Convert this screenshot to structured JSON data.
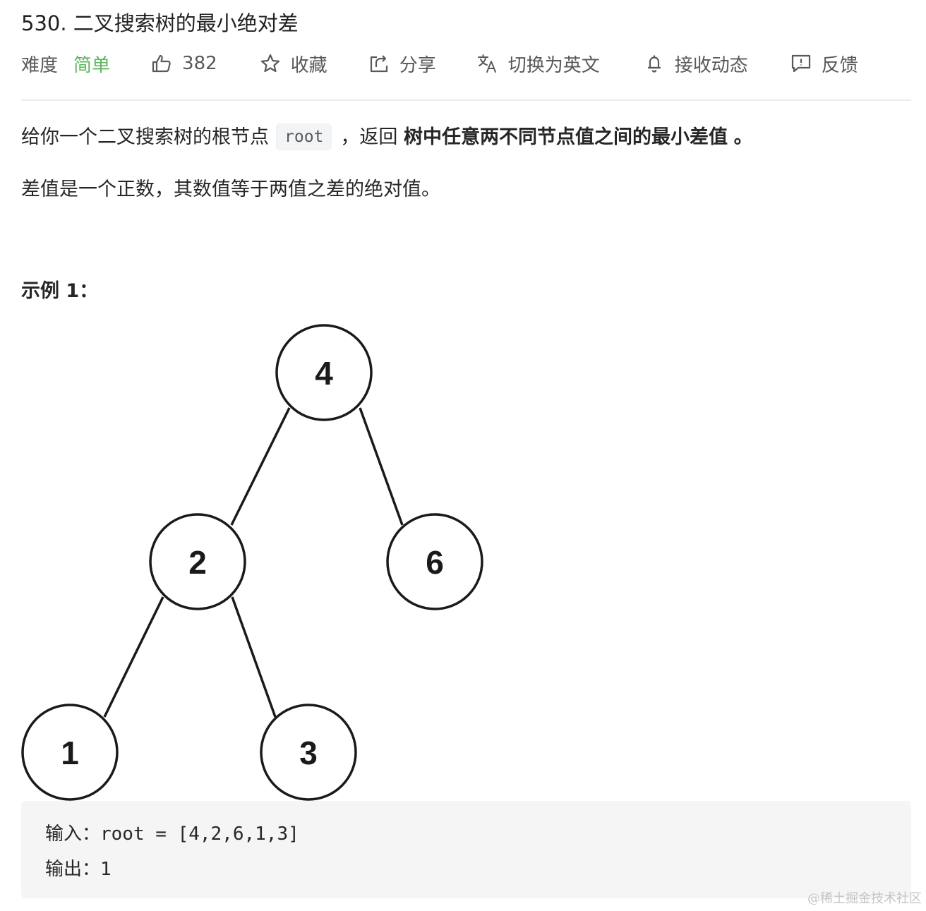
{
  "problem": {
    "title": "530. 二叉搜索树的最小绝对差"
  },
  "toolbar": {
    "difficulty_label": "难度",
    "difficulty_value": "简单",
    "likes": "382",
    "favorite": "收藏",
    "share": "分享",
    "switch_lang": "切换为英文",
    "notify": "接收动态",
    "feedback": "反馈",
    "colors": {
      "difficulty": "#5cb85c",
      "text": "#595959"
    }
  },
  "description": {
    "p1_prefix": "给你一个二叉搜索树的根节点",
    "p1_code": "root",
    "p1_mid": "，返回",
    "p1_bold": "树中任意两不同节点值之间的最小差值",
    "p1_suffix": "。",
    "p2": "差值是一个正数，其数值等于两值之差的绝对值。"
  },
  "example": {
    "title": "示例 1：",
    "tree_nodes": [
      "4",
      "2",
      "6",
      "1",
      "3"
    ],
    "input_line": "输入：root = [4,2,6,1,3]",
    "output_line": "输出：1"
  },
  "watermark": "@稀土掘金技术社区"
}
